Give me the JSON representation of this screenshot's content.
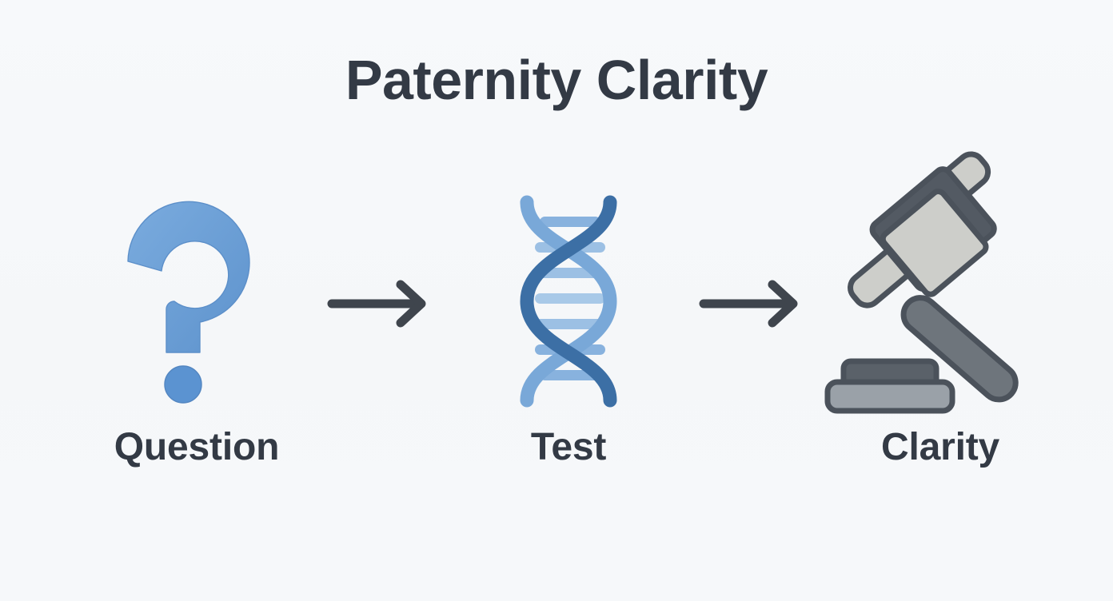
{
  "page": {
    "title": "Paternity Clarity",
    "background_color": "#f6f8fa",
    "title_color": "#333a45",
    "label_color": "#333a45"
  },
  "flow": {
    "steps": [
      {
        "label": "Question",
        "icon": "question-mark-icon",
        "icon_color": "#6b9fd6",
        "icon_accent_color": "#5b93d1"
      },
      {
        "label": "Test",
        "icon": "dna-helix-icon",
        "icon_color": "#3c6fa5",
        "icon_accent_color": "#7fabd9"
      },
      {
        "label": "Clarity",
        "icon": "gavel-icon",
        "icon_color": "#6e757c",
        "icon_accent_color": "#c9cac5"
      }
    ],
    "connectors": [
      {
        "icon": "arrow-right-icon",
        "color": "#3f454d"
      },
      {
        "icon": "arrow-right-icon",
        "color": "#3f454d"
      }
    ]
  },
  "colors": {
    "background": "#f6f8fa",
    "dark_slate": "#3f454d",
    "title_slate": "#333a45",
    "blue_light": "#7fabd9",
    "blue_mid": "#6b9fd6",
    "blue_dark": "#3c6fa5",
    "gavel_outline": "#4b525b",
    "gavel_head_fill": "#c9cac5",
    "gavel_handle_fill": "#6e757c",
    "gavel_block_fill": "#9aa1a8"
  }
}
